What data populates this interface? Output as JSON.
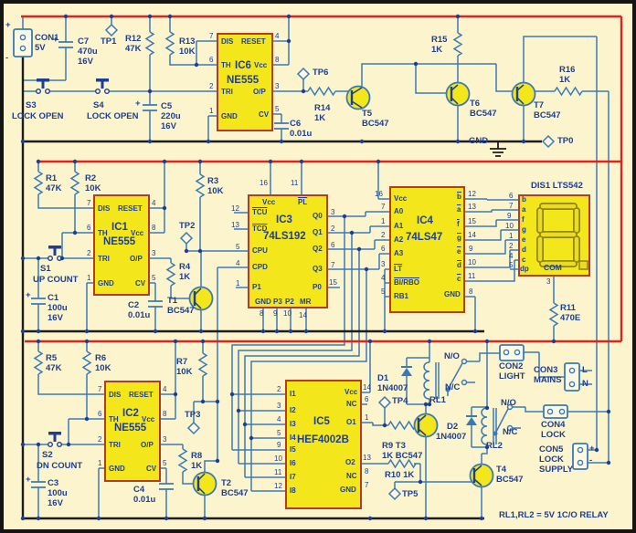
{
  "note": "RL1,RL2 = 5V 1C/O RELAY",
  "parts": {
    "con1": "CON1\n5V",
    "plus": "+",
    "minus": "-",
    "c7": "C7\n470u\n16V",
    "tp1": "TP1",
    "r12": "R12\n47K",
    "r13": "R13\n10K",
    "s3": "S3",
    "s3l": "LOCK OPEN",
    "s4": "S4",
    "s4l": "LOCK OPEN",
    "c5": "C5\n220u\n16V",
    "c6": "C6\n0.01u",
    "tp6": "TP6",
    "r14": "R14\n1K",
    "t5": "T5\nBC547",
    "r15": "R15\n1K",
    "t6": "T6\nBC547",
    "t7": "T7\nBC547",
    "r16": "R16\n1K",
    "gnd": "GND",
    "tp0": "TP0",
    "r1": "R1\n47K",
    "r2": "R2\n10K",
    "s1": "S1",
    "s1l": "UP COUNT",
    "c1": "C1\n100u\n16V",
    "c2": "C2\n0.01u",
    "tp2": "TP2",
    "r3": "R3\n10K",
    "r4": "R4\n1K",
    "t1": "T1\nBC547",
    "dis1": "DIS1  LTS542",
    "r11": "R11\n470E",
    "r5": "R5\n47K",
    "r6": "R6\n10K",
    "s2": "S2",
    "s2l": "DN COUNT",
    "c3": "C3\n100u\n16V",
    "c4": "C4\n0.01u",
    "r7": "R7\n10K",
    "tp3": "TP3",
    "r8": "R8\n1K",
    "t2": "T2\nBC547",
    "d1": "D1",
    "d1v": "1N4007",
    "rl1": "RL1",
    "no": "N/O",
    "nc": "N/C",
    "con2": "CON2\nLIGHT",
    "con3": "CON3\nMAINS",
    "l": "L",
    "n": "N",
    "tp4": "TP4",
    "r9t3": "R9   T3\n1K   BC547",
    "d2": "D2",
    "d2v": "1N4007",
    "rl2": "RL2",
    "con4": "CON4\nLOCK",
    "con5": "CON5\nLOCK\nSUPPLY",
    "r10": "R10  1K",
    "tp5": "TP5",
    "t4": "T4\nBC547"
  },
  "ics": {
    "ic6": {
      "ref": "IC6",
      "part": "NE555"
    },
    "ic1": {
      "ref": "IC1",
      "part": "NE555"
    },
    "ic2": {
      "ref": "IC2",
      "part": "NE555"
    },
    "ic3": {
      "ref": "IC3",
      "part": "74LS192"
    },
    "ic4": {
      "ref": "IC4",
      "part": "74LS47"
    },
    "ic5": {
      "ref": "IC5",
      "part": "HEF4002B"
    }
  },
  "pins": {
    "t555L": [
      {
        "n": "7",
        "l": "DIS"
      },
      {
        "n": "6",
        "l": "TH"
      },
      {
        "n": "2",
        "l": "TRI"
      },
      {
        "n": "1",
        "l": "GND"
      }
    ],
    "t555R": [
      {
        "n": "4",
        "l": "RESET"
      },
      {
        "n": "8",
        "l": "Vcc"
      },
      {
        "n": "3",
        "l": "O/P"
      },
      {
        "n": "5",
        "l": "CV"
      }
    ],
    "ic3T": [
      {
        "n": "16",
        "l": "Vcc"
      },
      {
        "n": "11",
        "l": "PL"
      }
    ],
    "ic3L": [
      {
        "n": "12",
        "l": "TCU"
      },
      {
        "n": "13",
        "l": "TCD"
      },
      {
        "n": "5",
        "l": "CPU"
      },
      {
        "n": "4",
        "l": "CPD"
      },
      {
        "n": "1",
        "l": "P1"
      }
    ],
    "ic3R": [
      {
        "n": "3",
        "l": "Q0"
      },
      {
        "n": "2",
        "l": "Q1"
      },
      {
        "n": "6",
        "l": "Q2"
      },
      {
        "n": "7",
        "l": "Q3"
      },
      {
        "n": "15",
        "l": "P0"
      }
    ],
    "ic3B": [
      {
        "n": "8",
        "l": "GND"
      },
      {
        "n": "9",
        "l": "P3"
      },
      {
        "n": "10",
        "l": "P2"
      },
      {
        "n": "14",
        "l": "MR"
      }
    ],
    "ic4L": [
      {
        "n": "16",
        "l": "Vcc"
      },
      {
        "n": "7",
        "l": "A0"
      },
      {
        "n": "1",
        "l": "A1"
      },
      {
        "n": "2",
        "l": "A2"
      },
      {
        "n": "6",
        "l": "A3"
      },
      {
        "n": "3",
        "l": "LT"
      },
      {
        "n": "4",
        "l": "BI/RBO"
      },
      {
        "n": "5",
        "l": "RB1"
      }
    ],
    "ic4R": [
      {
        "n": "12",
        "l": "b"
      },
      {
        "n": "13",
        "l": "a"
      },
      {
        "n": "15",
        "l": "f"
      },
      {
        "n": "14",
        "l": "g"
      },
      {
        "n": "9",
        "l": "e"
      },
      {
        "n": "10",
        "l": "d"
      },
      {
        "n": "11",
        "l": "c"
      },
      {
        "n": "8",
        "l": "GND"
      }
    ],
    "ic5L": [
      {
        "n": "2",
        "l": "I1"
      },
      {
        "n": "3",
        "l": "I2"
      },
      {
        "n": "4",
        "l": "I3"
      },
      {
        "n": "5",
        "l": "I4"
      },
      {
        "n": "9",
        "l": "I5"
      },
      {
        "n": "10",
        "l": "I6"
      },
      {
        "n": "11",
        "l": "I7"
      },
      {
        "n": "12",
        "l": "I8"
      }
    ],
    "ic5R": [
      {
        "n": "14",
        "l": "Vcc"
      },
      {
        "n": "6",
        "l": "NC"
      },
      {
        "n": "1",
        "l": "O1"
      },
      {
        "n": "13",
        "l": "O2"
      },
      {
        "n": "8",
        "l": "NC"
      },
      {
        "n": "7",
        "l": "GND"
      }
    ],
    "disL": [
      {
        "n": "6",
        "l": "b"
      },
      {
        "n": "7",
        "l": "a"
      },
      {
        "n": "9",
        "l": "f"
      },
      {
        "n": "10",
        "l": "g"
      },
      {
        "n": "1",
        "l": "e"
      },
      {
        "n": "2",
        "l": "d"
      },
      {
        "n": "4",
        "l": "c"
      },
      {
        "n": "5",
        "l": "dp"
      }
    ],
    "disCom": {
      "l": "COM",
      "n": "3"
    }
  },
  "colors": {
    "power": "#df241f",
    "wire": "#3a79b9",
    "ground": "#1c1c1c",
    "ic_fill": "#f3e71c",
    "ic_border": "#b33c26",
    "text": "#1d3e94"
  }
}
